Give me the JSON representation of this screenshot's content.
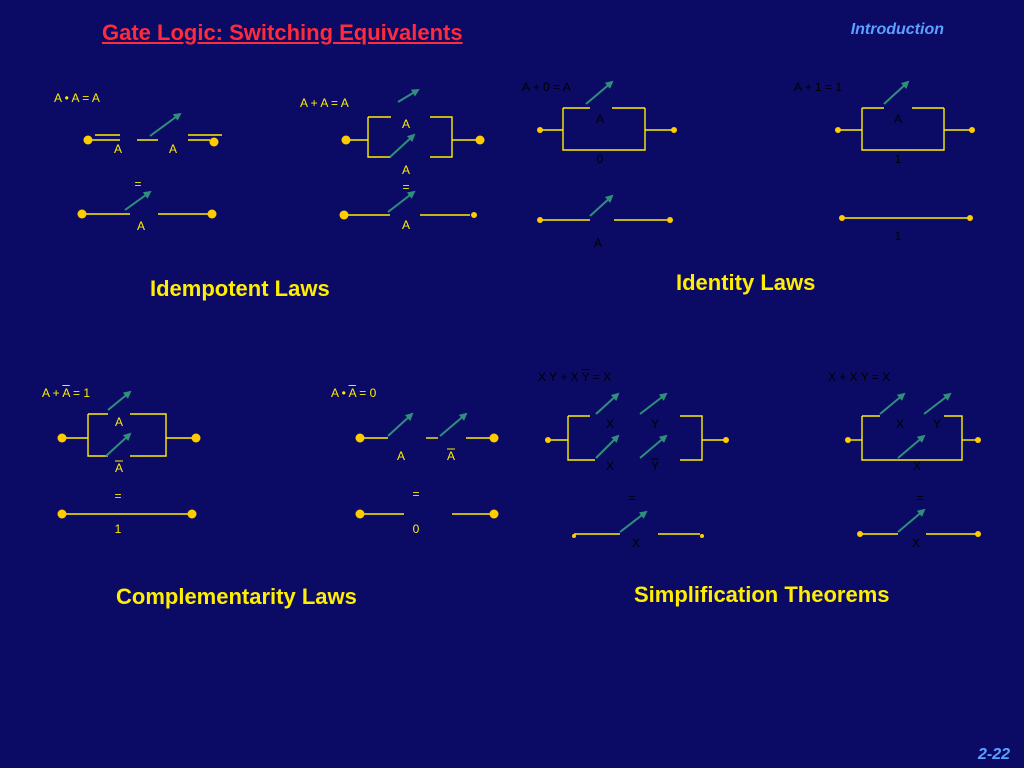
{
  "header": {
    "title": "Gate Logic: Switching Equivalents",
    "section": "Introduction",
    "page_number": "2-22"
  },
  "laws": {
    "idempotent": "Idempotent Laws",
    "identity": "Identity Laws",
    "complementarity": "Complementarity Laws",
    "simplification": "Simplification Theorems"
  },
  "equations": {
    "idem_and": "A • A = A",
    "idem_or": "A + A = A",
    "ident_or0": "A + 0 = A",
    "ident_or1": "A + 1 = 1",
    "comp_or_pre": "A + ",
    "comp_or_bar": "A",
    "comp_or_post": " = 1",
    "comp_and_pre": "A • ",
    "comp_and_bar": "A",
    "comp_and_post": " = 0",
    "simp1_pre": "X Y + X ",
    "simp1_bar": "Y",
    "simp1_post": " = X",
    "simp2": "X + X Y = X"
  },
  "labels": {
    "A": "A",
    "X": "X",
    "Y": "Y",
    "zero": "0",
    "one": "1",
    "equals": "="
  },
  "colors": {
    "background": "#0b0b66",
    "wire": "#ffee00",
    "switch_arm": "#2f8f7a",
    "terminal": "#ffcc00",
    "title": "#ff2b3a",
    "section": "#5aa0ff"
  }
}
